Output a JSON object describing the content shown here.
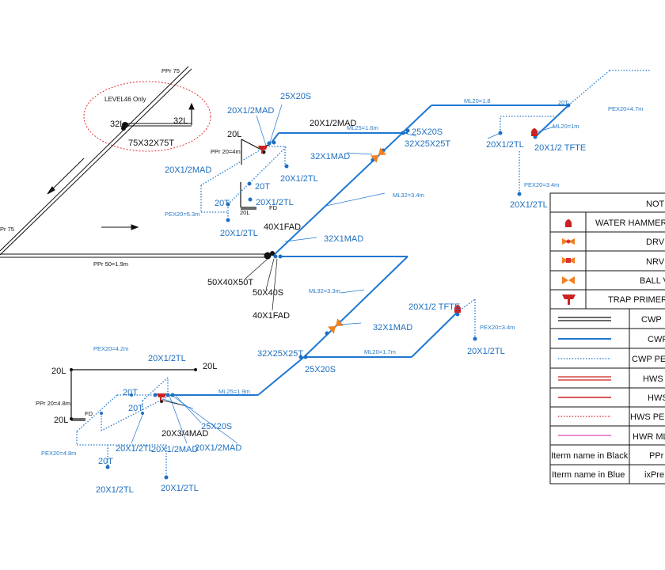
{
  "colors": {
    "cwp_blue": "#1f78d1",
    "label_blue": "#1f6fbf",
    "black": "#111111",
    "hot_red": "#cc2222",
    "pink": "#e066c0",
    "valve_orange": "#f08020",
    "node_blue": "#1d6fc4",
    "red_dot": "#e03030"
  },
  "zone": {
    "title": "LEVEL46 Only",
    "left_label": "32L",
    "right_label": "32L",
    "tee": "75X32X75T",
    "riser_label": "PPr 75"
  },
  "left_label_ppr75": "Pr 75",
  "ppr50_label": "PPr 50=1.9m",
  "upper_group": {
    "l1": "25X20S",
    "l2": "20X1/2MAD",
    "l3": "20X1/2MAD",
    "l4": "20L",
    "l5": "PPr 20=4m",
    "l6": "20X1/2MAD",
    "l7": "20X1/2TL",
    "l8": "20T",
    "l9": "20T",
    "l10": "20X1/2TL",
    "l11": "20L",
    "l12": "FD",
    "l13": "20X1/2TL",
    "l14": "PEX20=5.3m",
    "l15": "ML25=1.6m",
    "l16": "25X20S",
    "l17": "32X25X25T",
    "l18": "32X1MAD",
    "l19": "ML32=3.4m",
    "l20": "ML20=1.8",
    "l21": "20T",
    "l22": "PEX20=4.7m",
    "l23": "ML20=1m",
    "l24": "20X1/2TL",
    "l25": "20X1/2 TFTE",
    "l26": "PEX20=3.4m",
    "l27": "20X1/2TL"
  },
  "center_group": {
    "l1": "40X1FAD",
    "l2": "32X1MAD",
    "l3": "50X40X50T",
    "l4": "50X40S",
    "l5": "40X1FAD"
  },
  "lower_group": {
    "l1": "ML32=3.3m",
    "l2": "32X1MAD",
    "l3": "20X1/2 TFTE",
    "l4": "PEX20=3.4m",
    "l5": "20X1/2TL",
    "l6": "ML20=1.7m",
    "l7": "32X25X25T",
    "l8": "25X20S",
    "l9": "ML25=1.9m",
    "l10": "PEX20=4.2m",
    "l11": "20X1/2TL",
    "l12": "20L",
    "l13": "20L",
    "l14": "PPr 20=4.8m",
    "l15": "20L",
    "l16": "FD",
    "l17": "20T",
    "l18": "20T",
    "l19": "25X20S",
    "l20": "20X3/4MAD",
    "l21": "20X1/2MAD",
    "l22": "20X1/2MAD",
    "l23": "20X1/2TL",
    "l24": "PEX20=4.8m",
    "l25": "20T",
    "l26": "20X1/2TL",
    "l27": "20X1/2TL"
  },
  "legend": {
    "header": "NOTE",
    "rows": [
      {
        "icon": "water-hammer-icon",
        "text": "WATER HAMMER"
      },
      {
        "icon": "drv-icon",
        "text": "DRV"
      },
      {
        "icon": "nrv-icon",
        "text": "NRV"
      },
      {
        "icon": "ball-valve-icon",
        "text": "BALL VA"
      },
      {
        "icon": "trap-primer-icon",
        "text": "TRAP PRIMER"
      },
      {
        "icon": "cwp-line-icon",
        "text": "CWP"
      },
      {
        "icon": "cwp-blue-line-icon",
        "text": "CWP"
      },
      {
        "icon": "cwp-pex-line-icon",
        "text": "CWP PEX"
      },
      {
        "icon": "hws-double-line-icon",
        "text": "HWS"
      },
      {
        "icon": "hws-line-icon",
        "text": "HWS"
      },
      {
        "icon": "hws-pex-line-icon",
        "text": "HWS PE"
      },
      {
        "icon": "hwr-ml-line-icon",
        "text": "HWR ML"
      }
    ],
    "footer": [
      {
        "left": "Iterm name in Black",
        "right": "PPr"
      },
      {
        "left": "Iterm name in Blue",
        "right": "ixPre"
      }
    ]
  }
}
